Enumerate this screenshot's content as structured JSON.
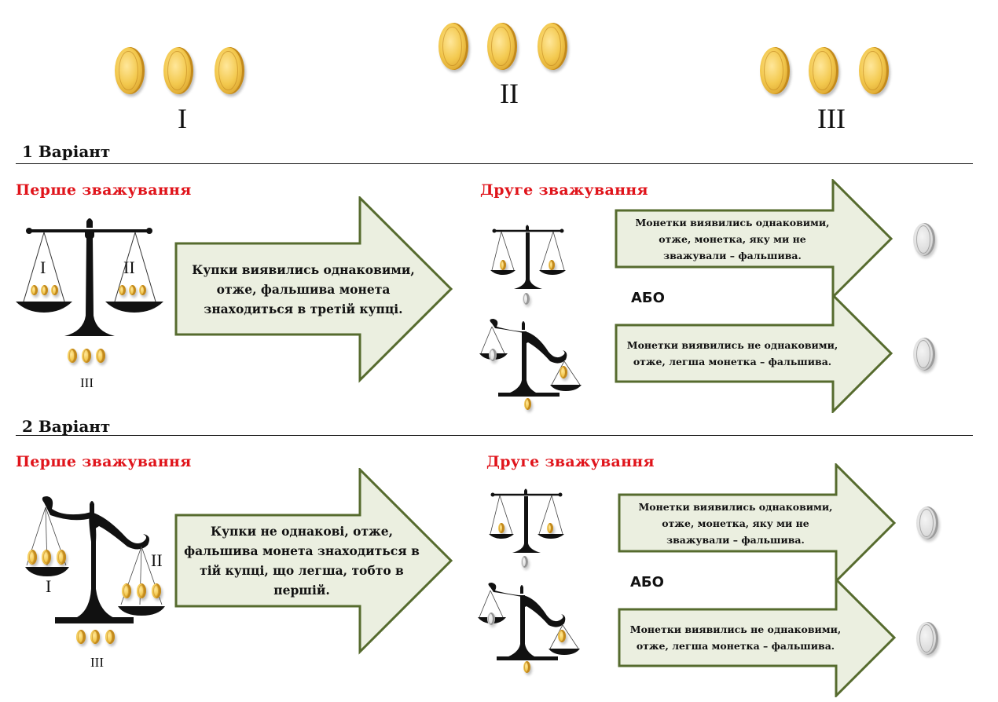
{
  "top_piles": [
    {
      "label": "I",
      "coins": 3
    },
    {
      "label": "II",
      "coins": 3
    },
    {
      "label": "III",
      "coins": 3
    }
  ],
  "variants": [
    {
      "title": "1 Варіант",
      "first_weighing": {
        "title": "Перше зважування",
        "scale_state": "balanced",
        "left_pan_label": "I",
        "right_pan_label": "II",
        "off_scale_label": "III",
        "result_text": "Купки виявились однаковими, отже, фальшива монета знаходиться в третій купці."
      },
      "second_weighing": {
        "title": "Друге зважування",
        "separator": "АБО",
        "outcomes": [
          {
            "scale_state": "balanced",
            "result_text": "Монетки виявились однаковими, отже, монетка, яку ми не зважували – фальшива.",
            "fake_coin": "silver"
          },
          {
            "scale_state": "tilted",
            "result_text": "Монетки виявились не однаковими, отже, легша монетка – фальшива.",
            "fake_coin": "silver"
          }
        ]
      }
    },
    {
      "title": "2 Варіант",
      "first_weighing": {
        "title": "Перше зважування",
        "scale_state": "tilted",
        "left_pan_label": "I",
        "right_pan_label": "II",
        "off_scale_label": "III",
        "result_text": "Купки не однакові, отже, фальшива монета знаходиться в тій купці, що легша, тобто в першій."
      },
      "second_weighing": {
        "title": "Друге зважування",
        "separator": "АБО",
        "outcomes": [
          {
            "scale_state": "balanced",
            "result_text": "Монетки виявились однаковими, отже, монетка, яку ми не зважували – фальшива.",
            "fake_coin": "silver"
          },
          {
            "scale_state": "tilted",
            "result_text": "Монетки виявились не однаковими, отже, легша монетка – фальшива.",
            "fake_coin": "silver"
          }
        ]
      }
    }
  ],
  "colors": {
    "step_title": "#e0141b",
    "arrow_fill": "#ebefe0",
    "arrow_stroke": "#566b2e",
    "gold": "#f3c94f",
    "silver": "#dcdcdc"
  },
  "icons": {
    "gold_coin": "gold-coin-icon",
    "silver_coin": "silver-coin-icon",
    "balanced_scale": "balanced-scale-icon",
    "tilted_scale": "tilted-scale-icon"
  }
}
